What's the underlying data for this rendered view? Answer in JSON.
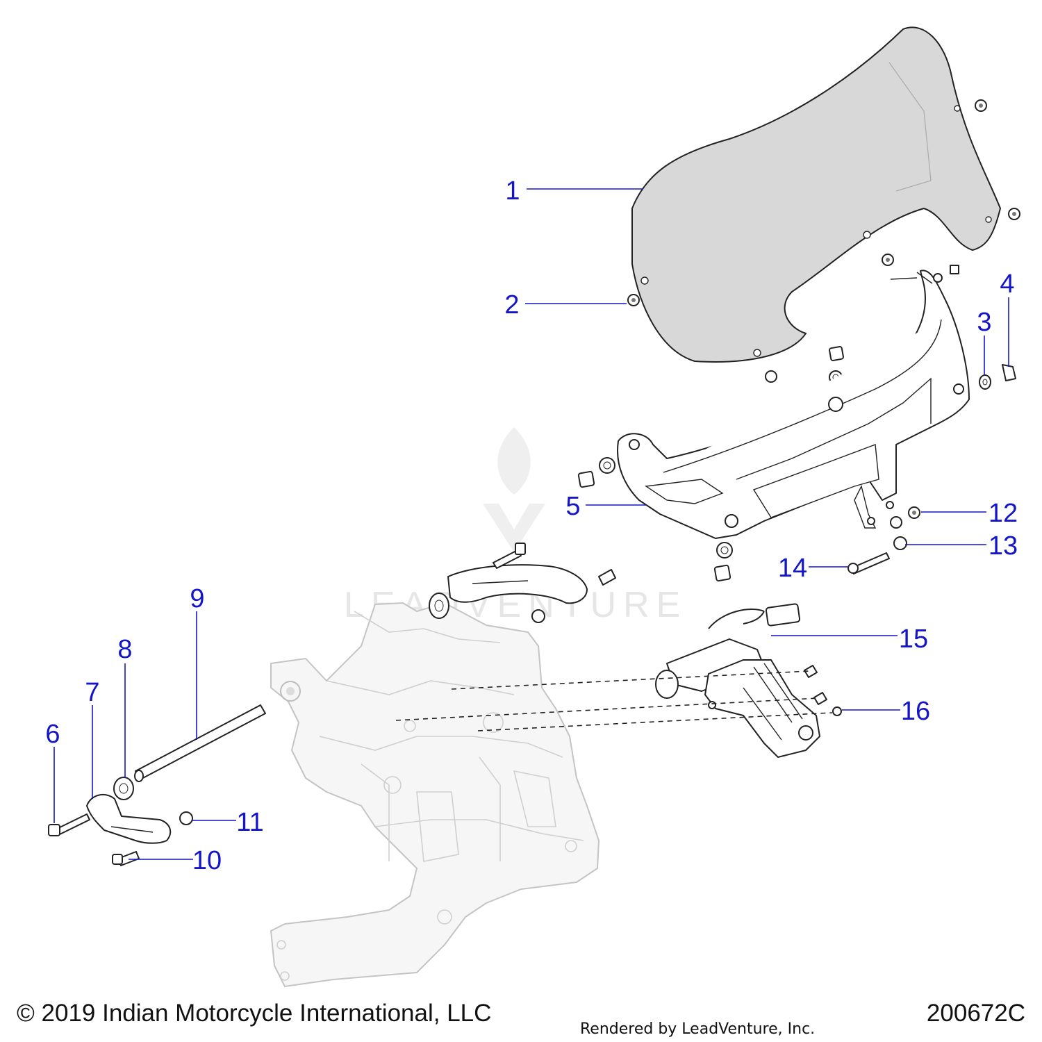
{
  "diagram": {
    "callouts": [
      {
        "id": "1",
        "label": "1"
      },
      {
        "id": "2",
        "label": "2"
      },
      {
        "id": "3",
        "label": "3"
      },
      {
        "id": "4",
        "label": "4"
      },
      {
        "id": "5",
        "label": "5"
      },
      {
        "id": "6",
        "label": "6"
      },
      {
        "id": "7",
        "label": "7"
      },
      {
        "id": "8",
        "label": "8"
      },
      {
        "id": "9",
        "label": "9"
      },
      {
        "id": "10",
        "label": "10"
      },
      {
        "id": "11",
        "label": "11"
      },
      {
        "id": "12",
        "label": "12"
      },
      {
        "id": "13",
        "label": "13"
      },
      {
        "id": "14",
        "label": "14"
      },
      {
        "id": "15",
        "label": "15"
      },
      {
        "id": "16",
        "label": "16"
      }
    ],
    "watermark": "LEADVENTURE",
    "colors": {
      "callout": "#1515c8",
      "line": "#222222",
      "frame": "#c4c4c4",
      "watermark": "#e6e6e6"
    }
  },
  "footer": {
    "copyright": "© 2019 Indian Motorcycle International, LLC",
    "rendered_by": "Rendered by LeadVenture, Inc.",
    "diagram_code": "200672C"
  }
}
